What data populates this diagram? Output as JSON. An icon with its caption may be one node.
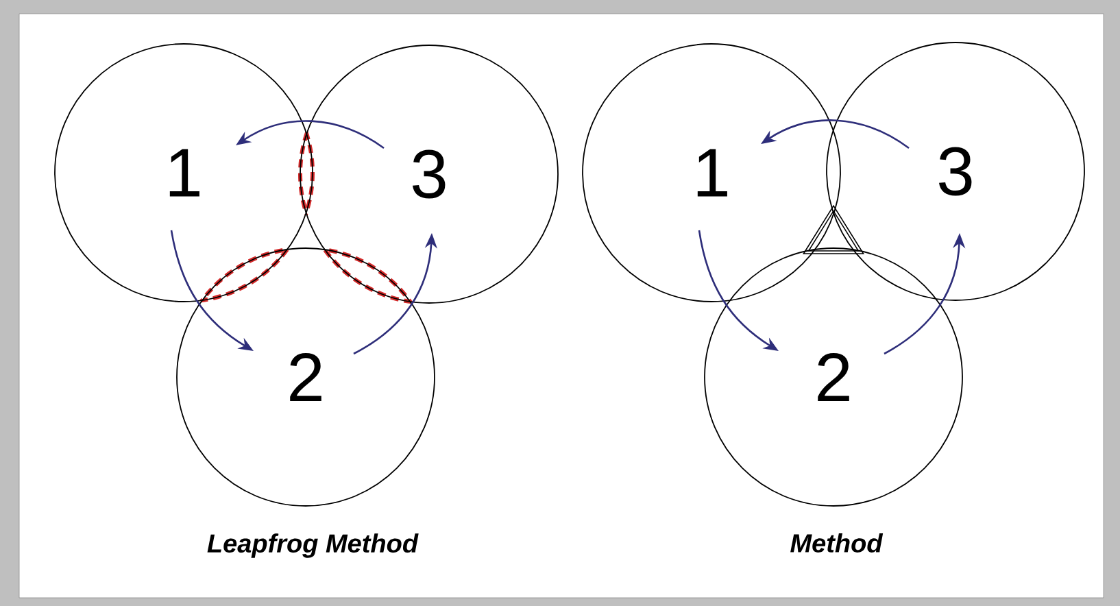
{
  "diagram": {
    "nodes": [
      {
        "text": [
          "1"
        ]
      },
      {
        "text": [
          "3"
        ]
      },
      {
        "text": [
          "2"
        ]
      },
      {
        "text": [
          "1"
        ]
      },
      {
        "text": [
          "3"
        ]
      },
      {
        "text": [
          "2"
        ]
      }
    ],
    "edges": [
      {
        "from": 1,
        "to": 0,
        "arrow": "to"
      },
      {
        "from": 0,
        "to": 2,
        "arrow": "to"
      },
      {
        "from": 2,
        "to": 1,
        "arrow": "to"
      },
      {
        "from": 4,
        "to": 3,
        "arrow": "to"
      },
      {
        "from": 3,
        "to": 5,
        "arrow": "to"
      },
      {
        "from": 5,
        "to": 4,
        "arrow": "to"
      }
    ],
    "labels": [
      "Leapfrog Method",
      "Method"
    ]
  }
}
